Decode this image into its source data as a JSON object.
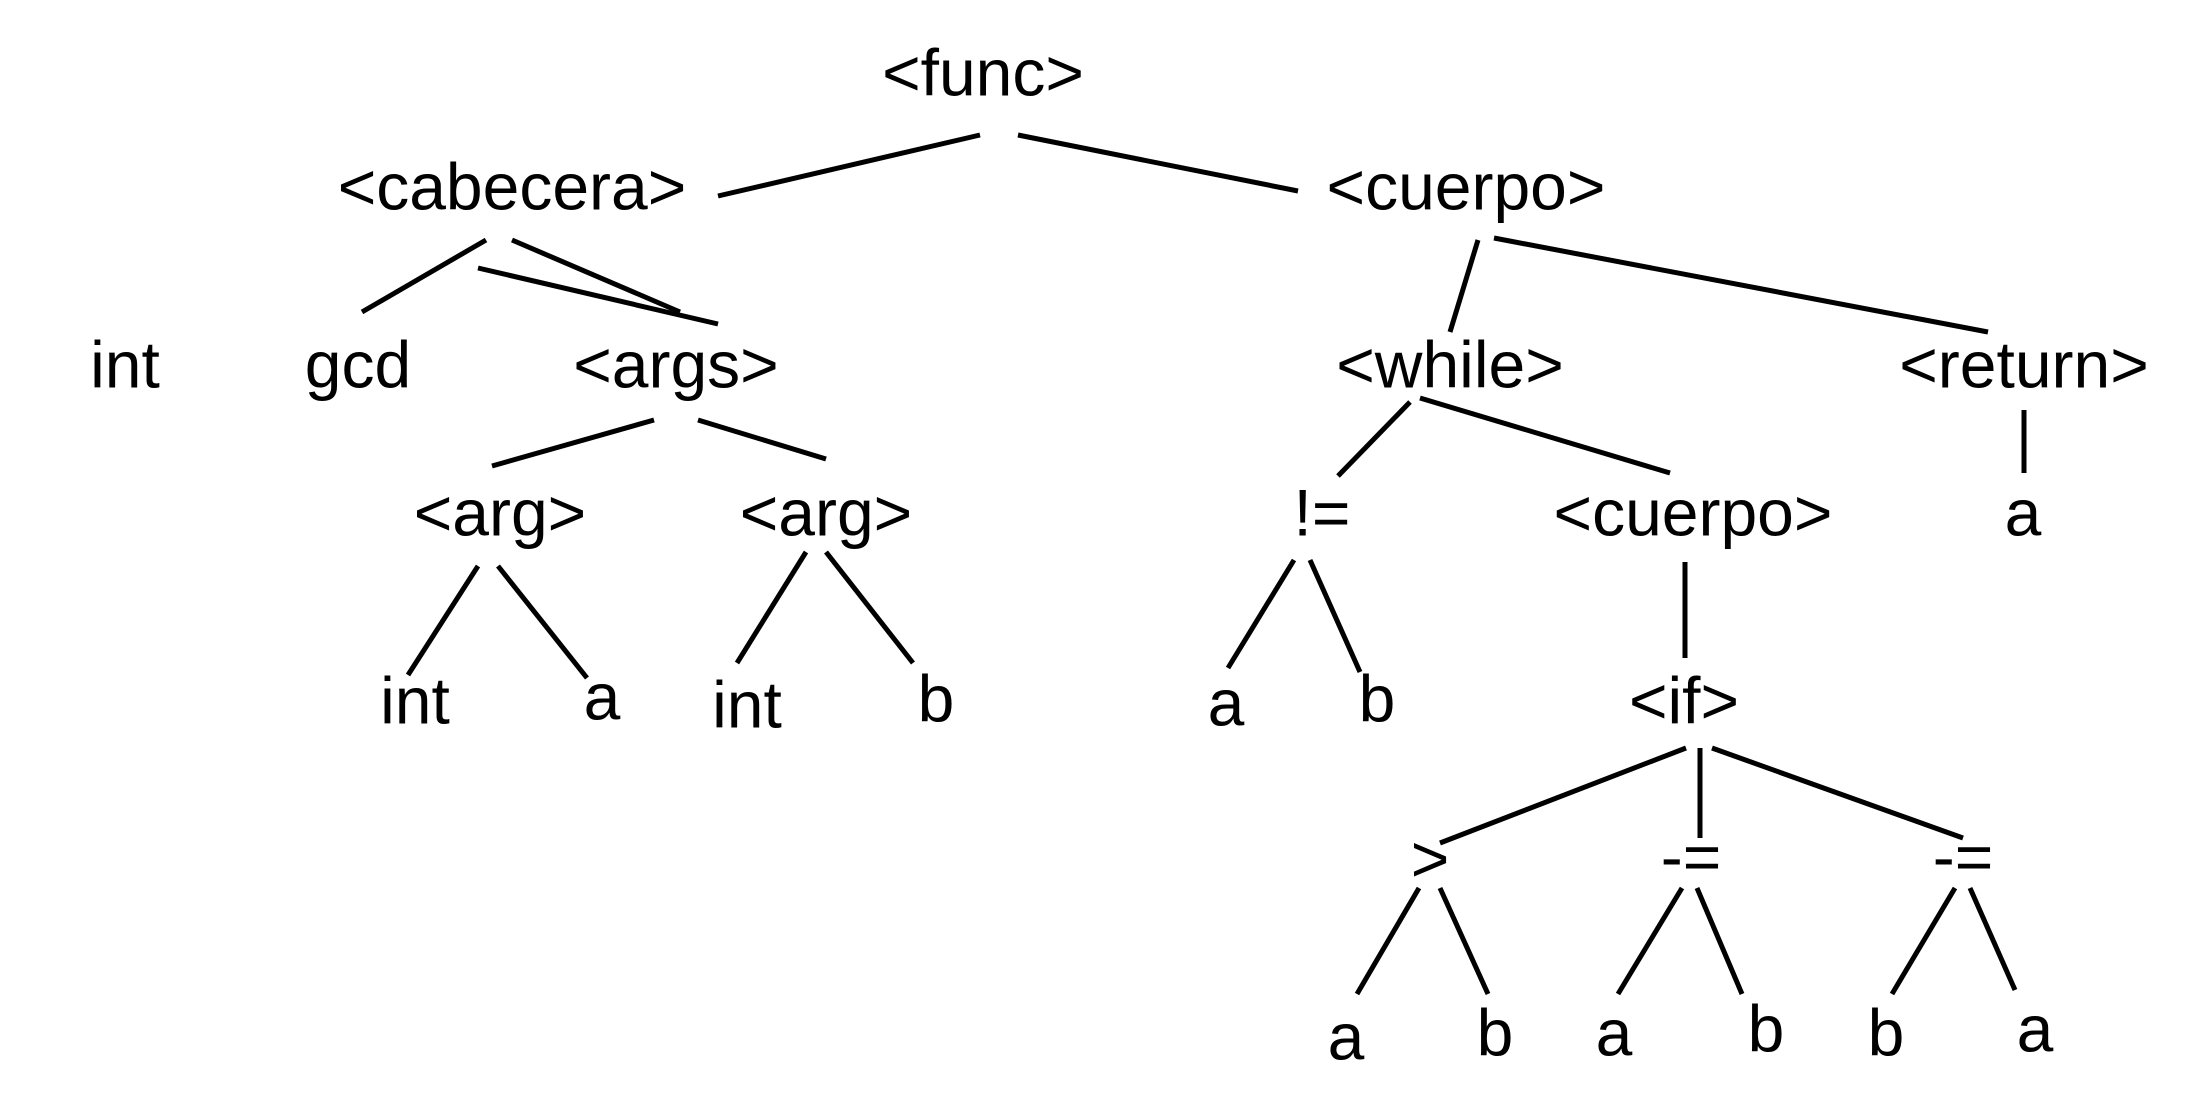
{
  "colors": {
    "background": "#ffffff",
    "ink": "#000000"
  },
  "nodes": {
    "func": "<func>",
    "cabecera": "<cabecera>",
    "cuerpo": "<cuerpo>",
    "int1": "int",
    "gcd": "gcd",
    "args": "<args>",
    "arg1": "<arg>",
    "arg2": "<arg>",
    "int2": "int",
    "a1": "a",
    "int3": "int",
    "b1": "b",
    "while": "<while>",
    "return": "<return>",
    "neq": "!=",
    "cuerpo2": "<cuerpo>",
    "a_ret": "a",
    "a2": "a",
    "b2": "b",
    "if": "<if>",
    "gt": ">",
    "minuseq1": "-=",
    "minuseq2": "-=",
    "a3": "a",
    "b3": "b",
    "a4": "a",
    "b4": "b",
    "b5": "b",
    "a5": "a"
  }
}
